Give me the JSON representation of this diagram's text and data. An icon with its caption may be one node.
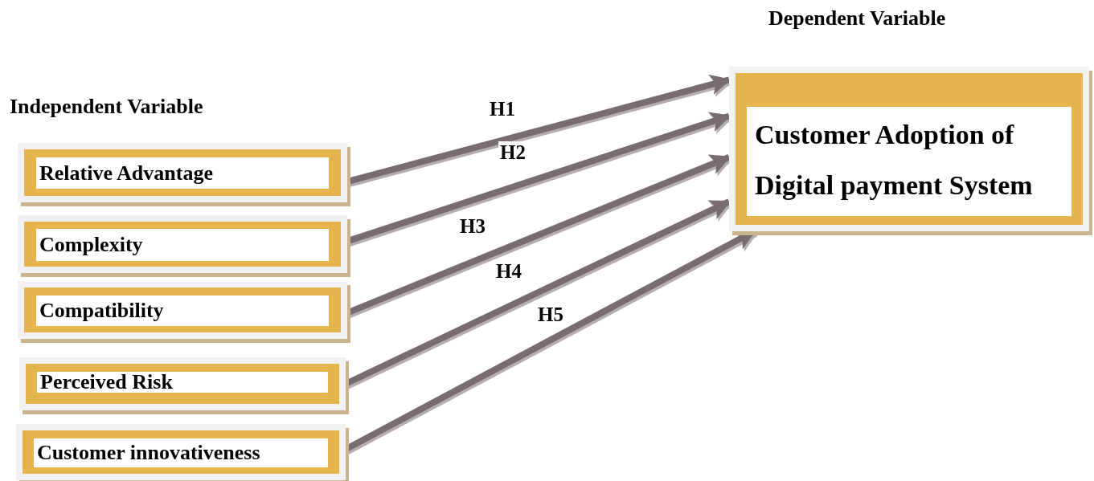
{
  "diagram": {
    "nodes": [
      {
        "text": [
          "Relative Advantage"
        ]
      },
      {
        "text": [
          "Complexity"
        ]
      },
      {
        "text": [
          "Compatibility"
        ]
      },
      {
        "text": [
          "Perceived Risk"
        ]
      },
      {
        "text": [
          "Customer innovativeness"
        ]
      },
      {
        "text": [
          "Customer Adoption of Digital payment System"
        ]
      }
    ],
    "edges": [
      {
        "from": 0,
        "to": 5,
        "arrow": "to",
        "label": "H1"
      },
      {
        "from": 1,
        "to": 5,
        "arrow": "to",
        "label": "H2"
      },
      {
        "from": 2,
        "to": 5,
        "arrow": "to",
        "label": "H3"
      },
      {
        "from": 3,
        "to": 5,
        "arrow": "to",
        "label": "H4"
      },
      {
        "from": 4,
        "to": 5,
        "arrow": "to",
        "label": "H5"
      }
    ],
    "labels": [
      "Dependent Variable",
      "Independent Variable"
    ]
  }
}
